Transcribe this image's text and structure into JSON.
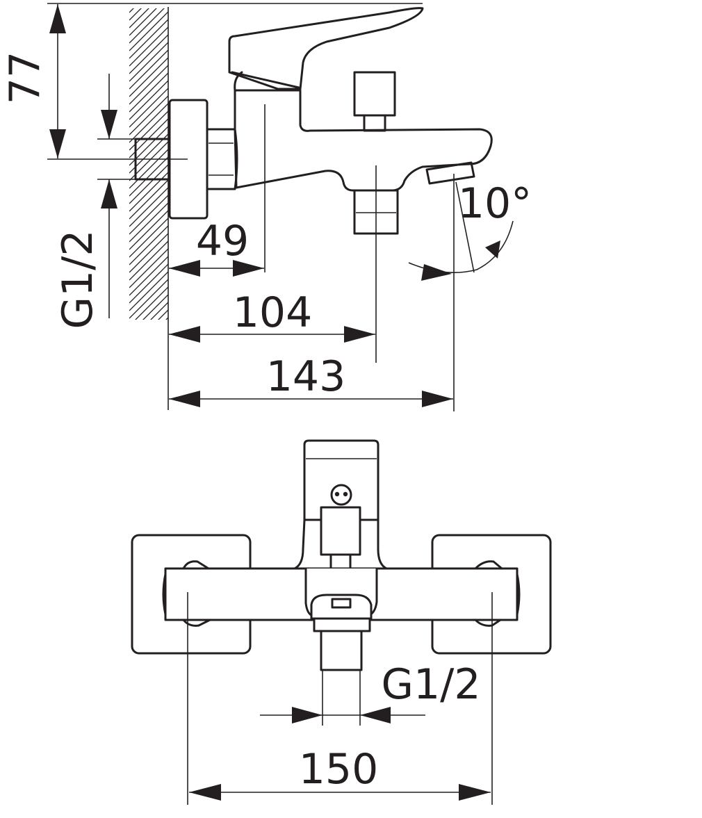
{
  "side_view": {
    "height_label": "77",
    "thread_label": "G1/2",
    "dim_49": "49",
    "dim_104": "104",
    "dim_143": "143",
    "angle_label": "10°"
  },
  "front_view": {
    "thread_label": "G1/2",
    "dim_150": "150"
  },
  "colors": {
    "line": "#231f20",
    "background": "#ffffff"
  }
}
